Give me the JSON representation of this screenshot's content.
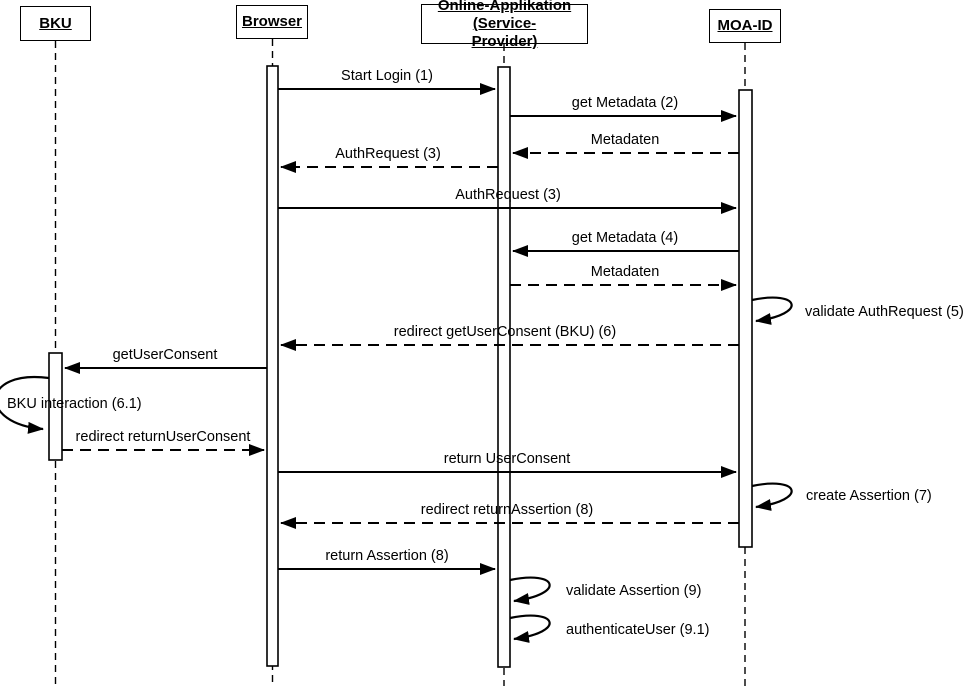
{
  "diagram": {
    "kind": "uml-sequence-diagram",
    "colors": {
      "line": "#000000",
      "background": "#ffffff"
    },
    "actors": [
      {
        "id": "bku",
        "label": "BKU"
      },
      {
        "id": "browser",
        "label": "Browser"
      },
      {
        "id": "online-app",
        "label": "Online-Applikation (Service-\nProvider)"
      },
      {
        "id": "moa-id",
        "label": "MOA-ID"
      }
    ],
    "messages": [
      {
        "label": "Start Login (1)",
        "from": "browser",
        "to": "online-app",
        "style": "solid"
      },
      {
        "label": "get Metadata (2)",
        "from": "online-app",
        "to": "moa-id",
        "style": "solid"
      },
      {
        "label": "Metadaten",
        "from": "moa-id",
        "to": "online-app",
        "style": "dashed"
      },
      {
        "label": "AuthRequest (3)",
        "from": "online-app",
        "to": "browser",
        "style": "dashed"
      },
      {
        "label": "AuthRequest (3)",
        "from": "browser",
        "to": "moa-id",
        "style": "solid"
      },
      {
        "label": "get Metadata (4)",
        "from": "moa-id",
        "to": "online-app",
        "style": "solid"
      },
      {
        "label": "Metadaten",
        "from": "online-app",
        "to": "moa-id",
        "style": "dashed"
      },
      {
        "label": "validate AuthRequest (5)",
        "from": "moa-id",
        "to": "moa-id",
        "style": "self"
      },
      {
        "label": "redirect getUserConsent (BKU) (6)",
        "from": "moa-id",
        "to": "browser",
        "style": "dashed"
      },
      {
        "label": "getUserConsent",
        "from": "browser",
        "to": "bku",
        "style": "solid"
      },
      {
        "label": "BKU interaction (6.1)",
        "from": "bku",
        "to": "bku",
        "style": "self"
      },
      {
        "label": "redirect returnUserConsent",
        "from": "bku",
        "to": "browser",
        "style": "dashed"
      },
      {
        "label": "return UserConsent",
        "from": "browser",
        "to": "moa-id",
        "style": "solid"
      },
      {
        "label": "create Assertion (7)",
        "from": "moa-id",
        "to": "moa-id",
        "style": "self"
      },
      {
        "label": "redirect returnAssertion (8)",
        "from": "moa-id",
        "to": "browser",
        "style": "dashed"
      },
      {
        "label": "return Assertion (8)",
        "from": "browser",
        "to": "online-app",
        "style": "solid"
      },
      {
        "label": "validate Assertion (9)",
        "from": "online-app",
        "to": "online-app",
        "style": "self"
      },
      {
        "label": "authenticateUser (9.1)",
        "from": "online-app",
        "to": "online-app",
        "style": "self"
      }
    ]
  }
}
